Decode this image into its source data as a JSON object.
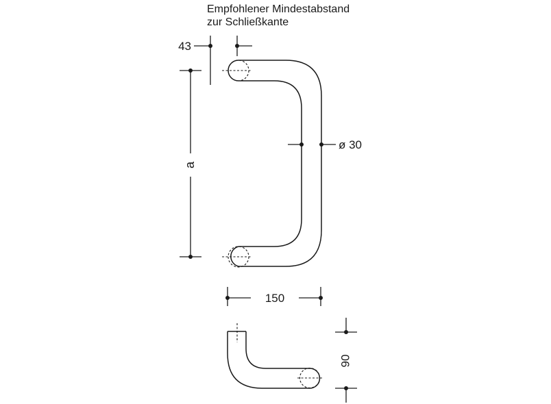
{
  "caption": {
    "line1": "Empfohlener Mindestabstand",
    "line2": "zur Schließkante"
  },
  "dimensions": {
    "edge_distance": "43",
    "diameter": "ø 30",
    "length": "a",
    "width": "150",
    "depth": "90"
  },
  "colors": {
    "line": "#1a1a1a",
    "background": "#ffffff"
  }
}
